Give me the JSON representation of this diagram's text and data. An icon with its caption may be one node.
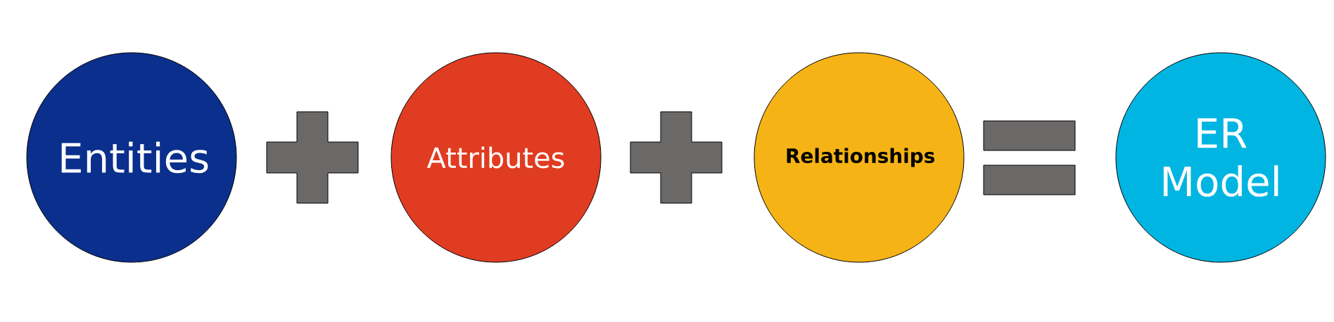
{
  "diagram": {
    "nodes": [
      {
        "text": [
          "Entities"
        ]
      },
      {
        "text": [],
        "shape": "plus"
      },
      {
        "text": [
          "Attributes"
        ]
      },
      {
        "text": [],
        "shape": "plus"
      },
      {
        "text": [
          "Relationships"
        ]
      },
      {
        "text": [],
        "shape": "equals"
      },
      {
        "text": [
          "ER Model"
        ]
      }
    ]
  }
}
